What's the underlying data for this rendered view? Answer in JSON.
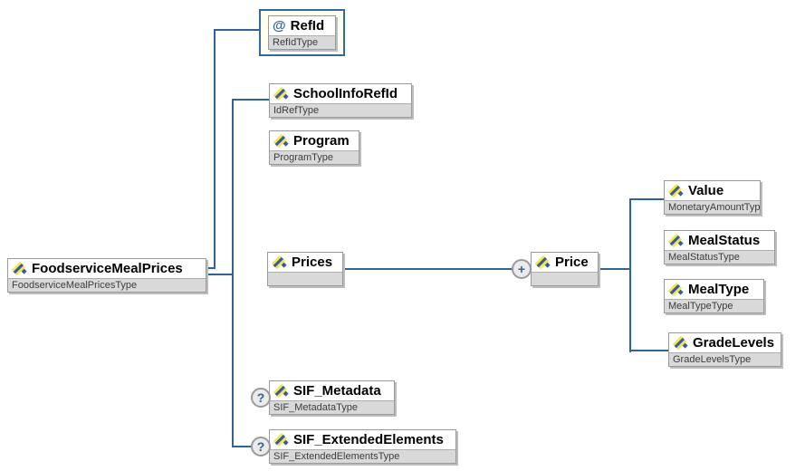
{
  "nodes": {
    "root": {
      "label": "FoodserviceMealPrices",
      "type": "FoodserviceMealPricesType"
    },
    "refid": {
      "label": "RefId",
      "type": "RefIdType"
    },
    "school_info_refid": {
      "label": "SchoolInfoRefId",
      "type": "IdRefType"
    },
    "program": {
      "label": "Program",
      "type": "ProgramType"
    },
    "prices": {
      "label": "Prices",
      "type": ""
    },
    "price": {
      "label": "Price",
      "type": ""
    },
    "value": {
      "label": "Value",
      "type": "MonetaryAmountType"
    },
    "meal_status": {
      "label": "MealStatus",
      "type": "MealStatusType"
    },
    "meal_type": {
      "label": "MealType",
      "type": "MealTypeType"
    },
    "grade_levels": {
      "label": "GradeLevels",
      "type": "GradeLevelsType"
    },
    "sif_metadata": {
      "label": "SIF_Metadata",
      "type": "SIF_MetadataType"
    },
    "sif_extended_elements": {
      "label": "SIF_ExtendedElements",
      "type": "SIF_ExtendedElementsType"
    }
  },
  "badges": {
    "attribute": "@",
    "optional": "?",
    "repeatable": "+"
  },
  "colors": {
    "connector": "#2e6496",
    "attribute_container_bg": "#fffff0",
    "attribute_container_border": "#35689b",
    "element_icon_yellow": "#f2e93a",
    "element_icon_blue": "#3a57a7",
    "type_strip_bg": "#d9d9d9"
  }
}
